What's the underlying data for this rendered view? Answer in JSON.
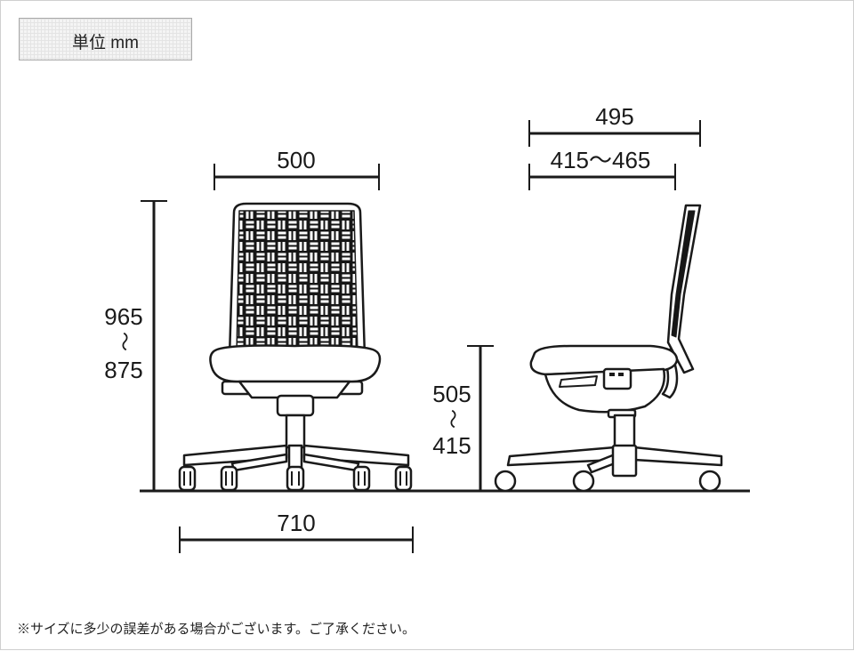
{
  "unit_label": "単位 mm",
  "note": "※サイズに多少の誤差がある場合がございます。ご了承ください。",
  "front_view": {
    "width_top": "500",
    "height_max": "965",
    "height_range_mark": "〜",
    "height_min": "875",
    "base_width": "710"
  },
  "side_view": {
    "depth_total": "495",
    "seat_depth": "415〜465",
    "seat_height_max": "505",
    "seat_height_range_mark": "〜",
    "seat_height_min": "415"
  }
}
